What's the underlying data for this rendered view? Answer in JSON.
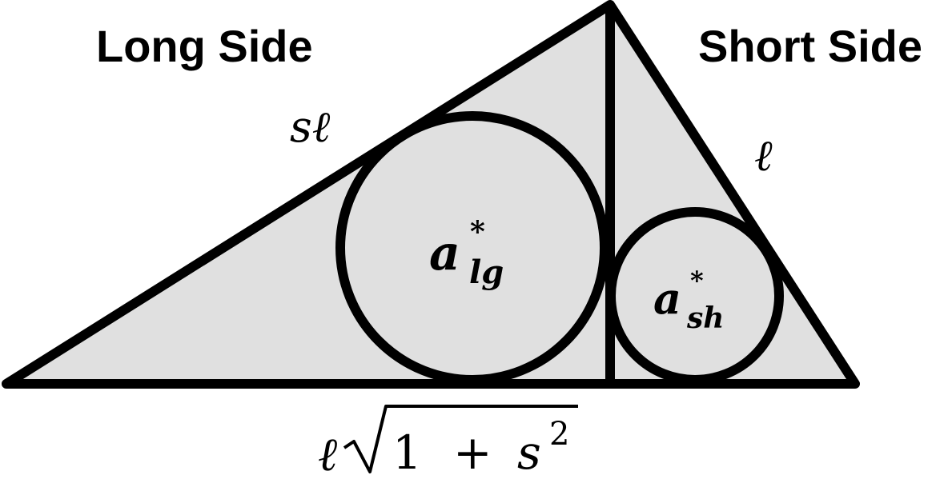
{
  "colors": {
    "fill": "#e0e0e0",
    "stroke": "#000000",
    "background": "#ffffff"
  },
  "labels": {
    "long_side": "Long Side",
    "short_side": "Short Side",
    "long_leg": "sℓ",
    "short_leg": "ℓ",
    "hypotenuse_prefix": "ℓ",
    "hypotenuse_radicand_1": "1",
    "hypotenuse_plus": "+",
    "hypotenuse_s": "s",
    "hypotenuse_exponent": "2",
    "circle_large_base": "a",
    "circle_large_sup": "*",
    "circle_large_sub": "lg",
    "circle_small_base": "a",
    "circle_small_sup": "*",
    "circle_small_sub": "sh"
  }
}
